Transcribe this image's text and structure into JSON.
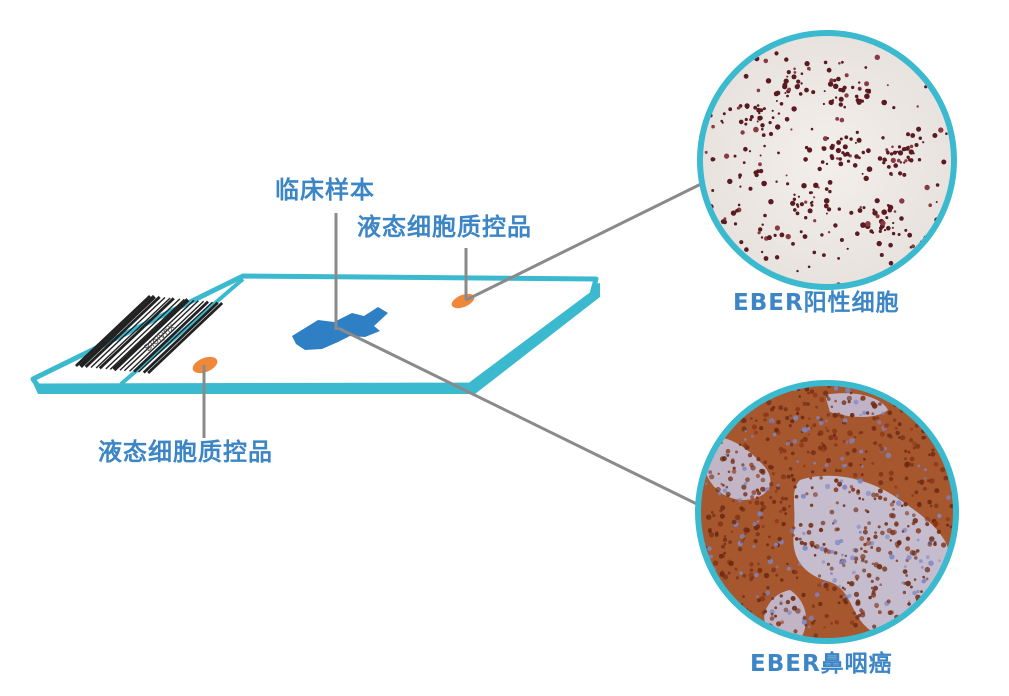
{
  "labels": {
    "clinical_sample": "临床样本",
    "lcc_top": "液态细胞质控品",
    "lcc_bottom": "液态细胞质控品",
    "eber_positive_cells": "EBER阳性细胞",
    "eber_npc": "EBER鼻咽癌"
  },
  "slide": {
    "brand_text": "Biolynx"
  },
  "colors": {
    "slide_border": "#3ab9cf",
    "label_text": "#3d86c6",
    "sample_blue": "#2f7fc5",
    "qc_orange": "#f0883a",
    "leader_line": "#8a8a8a",
    "positive_stain": "#5a1a22",
    "tissue_nuclei": "#8b3516",
    "counterstain": "#7d86c4"
  }
}
